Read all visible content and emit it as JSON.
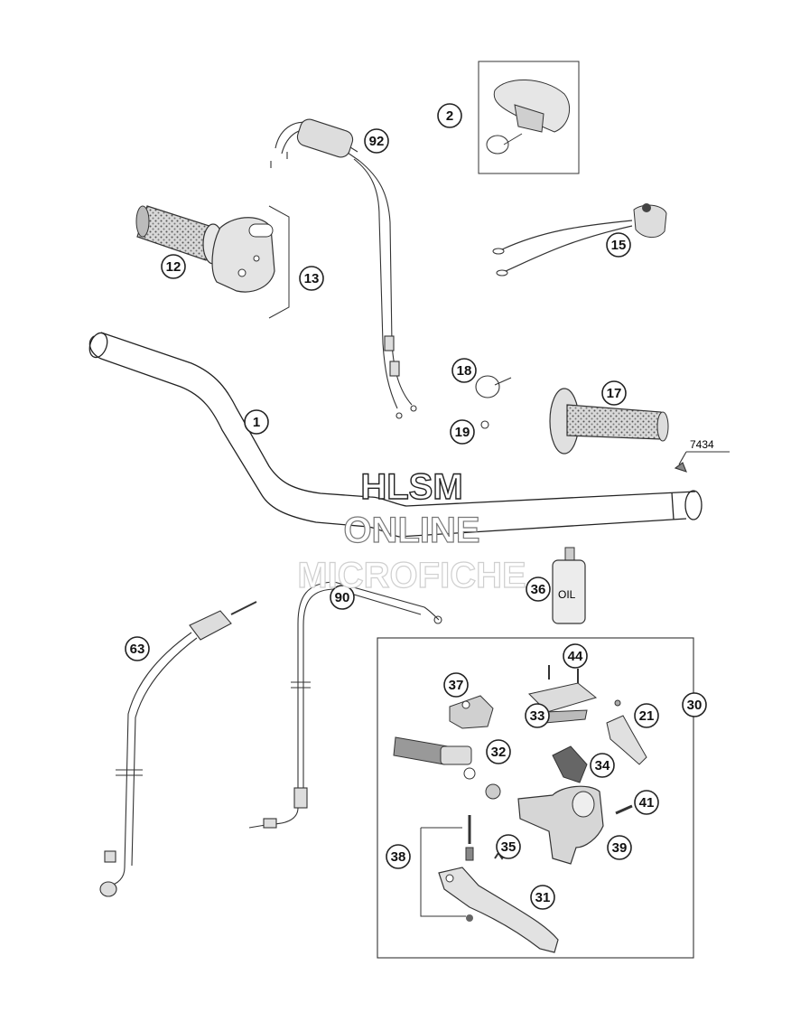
{
  "callouts": [
    {
      "id": "c1",
      "label": "1"
    },
    {
      "id": "c2",
      "label": "2"
    },
    {
      "id": "c12",
      "label": "12"
    },
    {
      "id": "c13",
      "label": "13"
    },
    {
      "id": "c15",
      "label": "15"
    },
    {
      "id": "c17",
      "label": "17"
    },
    {
      "id": "c18",
      "label": "18"
    },
    {
      "id": "c19",
      "label": "19"
    },
    {
      "id": "c21",
      "label": "21"
    },
    {
      "id": "c30",
      "label": "30"
    },
    {
      "id": "c31",
      "label": "31"
    },
    {
      "id": "c32",
      "label": "32"
    },
    {
      "id": "c33",
      "label": "33"
    },
    {
      "id": "c34",
      "label": "34"
    },
    {
      "id": "c35",
      "label": "35"
    },
    {
      "id": "c36",
      "label": "36"
    },
    {
      "id": "c37",
      "label": "37"
    },
    {
      "id": "c38",
      "label": "38"
    },
    {
      "id": "c39",
      "label": "39"
    },
    {
      "id": "c41",
      "label": "41"
    },
    {
      "id": "c44",
      "label": "44"
    },
    {
      "id": "c63",
      "label": "63"
    },
    {
      "id": "c90",
      "label": "90"
    },
    {
      "id": "c92",
      "label": "92"
    }
  ],
  "reference_label": "7434",
  "oil_bottle_label": "OIL",
  "watermark": {
    "line1": "HLSM",
    "line2": "ONLINE",
    "line3": "MICROFICHE"
  }
}
